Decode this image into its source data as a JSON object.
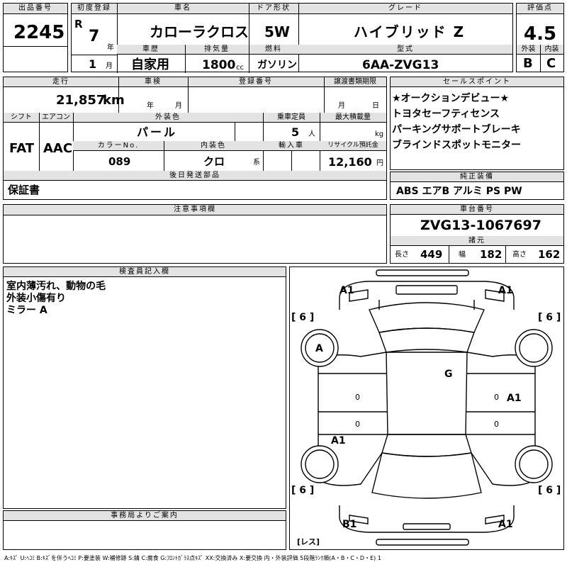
{
  "top": {
    "lot_no_label": "出品番号",
    "lot_no": "2245",
    "first_reg_label": "初度登録",
    "era": "R",
    "year": "7",
    "year_unit": "年",
    "month": "1",
    "month_unit": "月",
    "name_label": "車名",
    "name": "カローラクロス",
    "door_label": "ドア形状",
    "door": "5W",
    "grade_label": "グレード",
    "grade": "ハイブリッド Z",
    "score_label": "評価点",
    "score": "4.5",
    "history_label": "車歴",
    "history": "自家用",
    "displacement_label": "排気量",
    "displacement": "1800",
    "displacement_unit": "cc",
    "fuel_label": "燃料",
    "fuel": "ガソリン",
    "model_label": "型式",
    "model": "6AA-ZVG13",
    "exterior_label": "外装",
    "exterior": "B",
    "interior_label": "内装",
    "interior": "C"
  },
  "mid": {
    "mileage_label": "走行",
    "mileage": "21,857",
    "mileage_unit": "km",
    "inspection_label": "車検",
    "insp_year_unit": "年",
    "insp_month_unit": "月",
    "reg_no_label": "登録番号",
    "transfer_label": "譲渡書類期限",
    "transfer_month_unit": "月",
    "transfer_day_unit": "日",
    "shift_label": "シフト",
    "shift": "FAT",
    "aircon_label": "エアコン",
    "aircon": "AAC",
    "color_label": "外装色",
    "color": "パール",
    "capacity_label": "乗車定員",
    "capacity": "5",
    "capacity_unit": "人",
    "load_label": "最大積載量",
    "load_unit": "kg",
    "color_no_label": "カラーNo.",
    "color_no": "089",
    "int_color_label": "内装色",
    "int_color": "クロ",
    "int_color_suffix": "系",
    "import_label": "輸入車",
    "recycle_label": "リサイクル預託金",
    "recycle": "12,160",
    "recycle_unit": "円",
    "later_label": "後日発送部品",
    "later": "保証書"
  },
  "sales": {
    "label": "セールスポイント",
    "points": [
      "★オークションデビュー★",
      "トヨタセーフティセンス",
      "パーキングサポートブレーキ",
      "ブラインドスポットモニター"
    ]
  },
  "equipment": {
    "label": "純正装備",
    "value": "ABS エアB アルミ PS PW"
  },
  "notes": {
    "label": "注意事項欄"
  },
  "chassis": {
    "label": "車台番号",
    "value": "ZVG13-1067697",
    "dims_label": "諸元",
    "length_label": "長さ",
    "length": "449",
    "width_label": "幅",
    "width": "182",
    "height_label": "高さ",
    "height": "162"
  },
  "inspector": {
    "label": "検査員記入欄",
    "lines": [
      "室内薄汚れ、動物の毛",
      "外装小傷有り",
      "ミラー A"
    ]
  },
  "office": {
    "label": "事務局よりご案内"
  },
  "diagram": {
    "marks": {
      "front_left": "A1",
      "front_right": "A1",
      "rear_left": "B1",
      "rear_right": "A1",
      "front_left_wheel": "A",
      "roof": "G",
      "right_front_door": "A1",
      "left_rear_door": "A1"
    },
    "tire_tread": "6",
    "spare_label": "[レス]",
    "zero_mark": "0"
  },
  "legend": "A:ｷｽﾞ U:ﾍｺﾐ B:ｷｽﾞを伴うﾍｺﾐ P:要塗装 W:補修跡 S:錆 C:腐食 G:ﾌﾛﾝﾄｶﾞﾗｽ点ｷｽﾞ XX:交換済み X:要交換 内・外装評価 5段階ﾗﾝｸ順(A・B・C・D・E) 1"
}
